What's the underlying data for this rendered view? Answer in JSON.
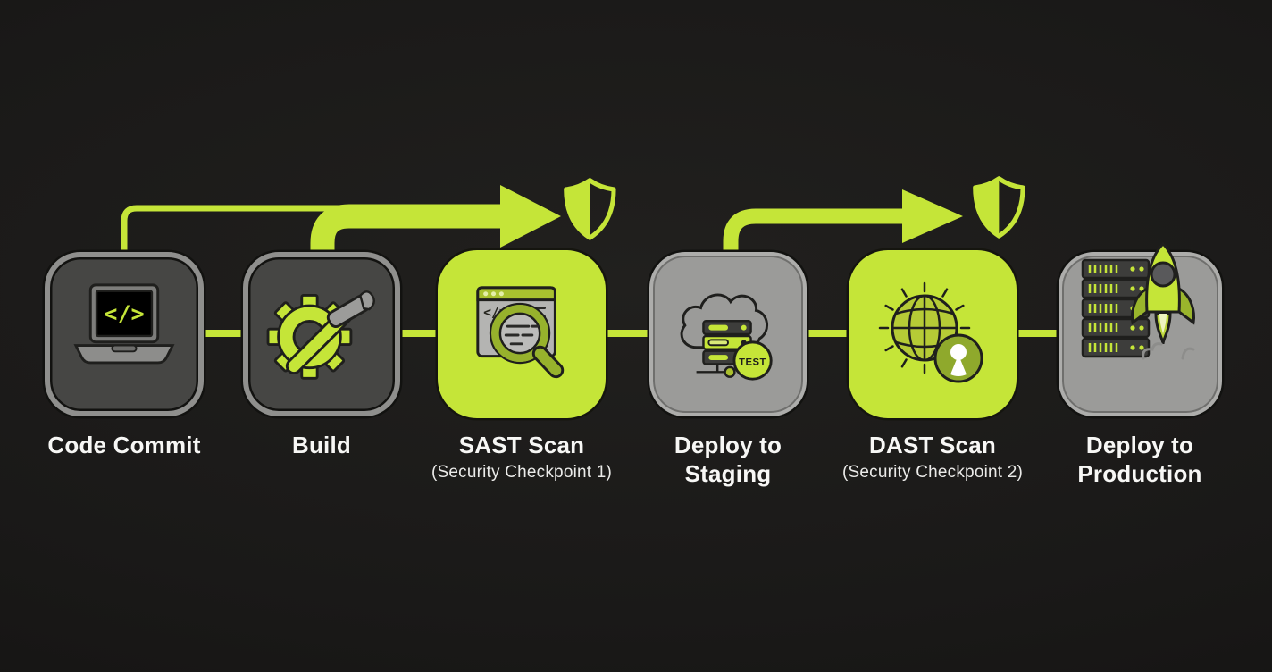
{
  "diagram": {
    "type": "pipeline-flow",
    "colors": {
      "background": "#1a1918",
      "accent_lime": "#c5e538",
      "olive": "#97b22c",
      "node_dark_fill": "#464644",
      "node_dark_border": "#8f8f8d",
      "node_gray_fill": "#9b9b99",
      "outline_dark": "#1f1f1d",
      "label_text": "#f7f7f5"
    },
    "nodes": [
      {
        "id": "code-commit",
        "label_line1": "Code Commit",
        "label_line2": "",
        "sublabel": "",
        "variant": "dark-gray",
        "icon": "laptop-code-icon"
      },
      {
        "id": "build",
        "label_line1": "Build",
        "label_line2": "",
        "sublabel": "",
        "variant": "dark-gray",
        "icon": "gear-hammer-icon"
      },
      {
        "id": "sast-scan",
        "label_line1": "SAST Scan",
        "label_line2": "",
        "sublabel": "(Security Checkpoint 1)",
        "variant": "lime",
        "icon": "code-scan-magnifier-icon"
      },
      {
        "id": "deploy-staging",
        "label_line1": "Deploy to",
        "label_line2": "Staging",
        "sublabel": "",
        "variant": "gray",
        "icon": "cloud-server-icon",
        "badge": "TEST"
      },
      {
        "id": "dast-scan",
        "label_line1": "DAST Scan",
        "label_line2": "",
        "sublabel": "(Security Checkpoint 2)",
        "variant": "lime",
        "icon": "globe-lock-icon"
      },
      {
        "id": "deploy-production",
        "label_line1": "Deploy to",
        "label_line2": "Production",
        "sublabel": "",
        "variant": "gray",
        "icon": "server-rack-rocket-icon"
      }
    ],
    "icon_glyphs": {
      "code": "</>"
    },
    "security_checkpoint_arrows": [
      {
        "from": "build",
        "shield": "shield-icon-1"
      },
      {
        "from": "deploy-staging",
        "shield": "shield-icon-2"
      }
    ]
  }
}
